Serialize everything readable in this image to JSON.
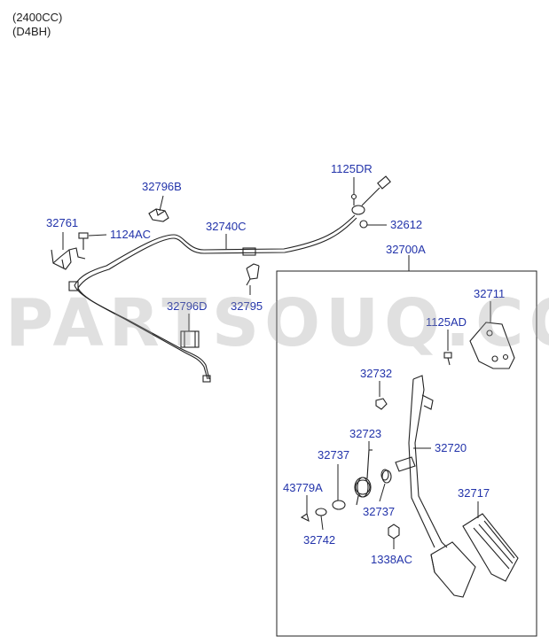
{
  "header": {
    "line1": "(2400CC)",
    "line2": "(D4BH)"
  },
  "watermark": "PARTSOUQ.COM",
  "parts": {
    "p32796B": "32796B",
    "p1125DR": "1125DR",
    "p32761": "32761",
    "p1124AC": "1124AC",
    "p32740C": "32740C",
    "p32612": "32612",
    "p32700A": "32700A",
    "p32711": "32711",
    "p32796D": "32796D",
    "p32795": "32795",
    "p1125AD": "1125AD",
    "p32732": "32732",
    "p32723": "32723",
    "p32720": "32720",
    "p32737a": "32737",
    "p43779A": "43779A",
    "p32737b": "32737",
    "p32717": "32717",
    "p32742": "32742",
    "p1338AC": "1338AC"
  }
}
